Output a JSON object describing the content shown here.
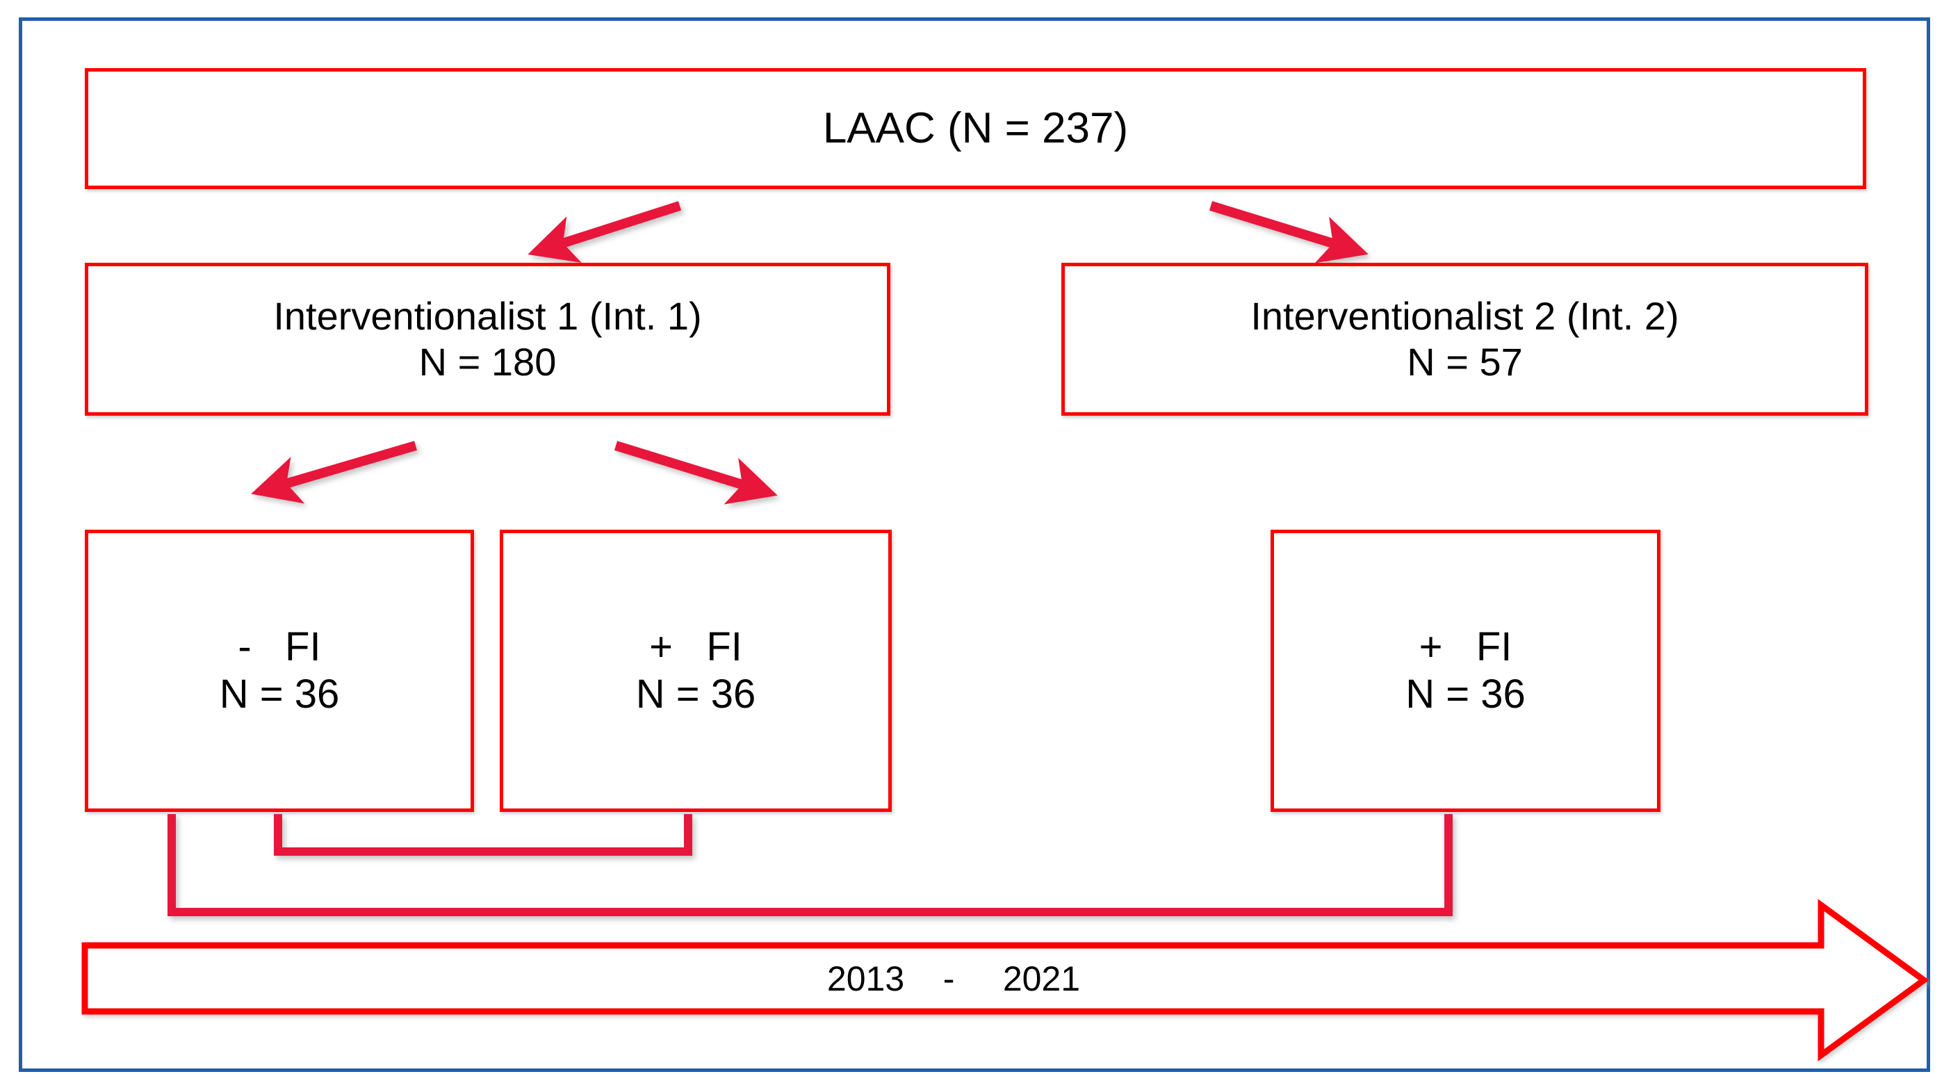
{
  "figure": {
    "type": "flowchart",
    "frame_color": "#1F5FA9",
    "node_border_color": "#FF0000",
    "connector_color": "#E8133B",
    "text_color": "#000000"
  },
  "nodes": {
    "root": {
      "id": "laac",
      "label": "LAAC (N = 237)"
    },
    "level2": [
      {
        "id": "int1",
        "line1": "Interventionalist 1 (Int. 1)",
        "line2": "N = 180"
      },
      {
        "id": "int2",
        "line1": "Interventionalist 2 (Int. 2)",
        "line2": "N = 57"
      }
    ],
    "level3": [
      {
        "id": "fi-neg",
        "line1": "-   FI",
        "line2": "N = 36"
      },
      {
        "id": "fi-pos-1",
        "line1": "+   FI",
        "line2": "N = 36"
      },
      {
        "id": "fi-pos-2",
        "line1": "+   FI",
        "line2": "N = 36"
      }
    ]
  },
  "timeline": {
    "label": "2013    -     2021",
    "start_year": "2013",
    "separator": "-",
    "end_year": "2021"
  }
}
